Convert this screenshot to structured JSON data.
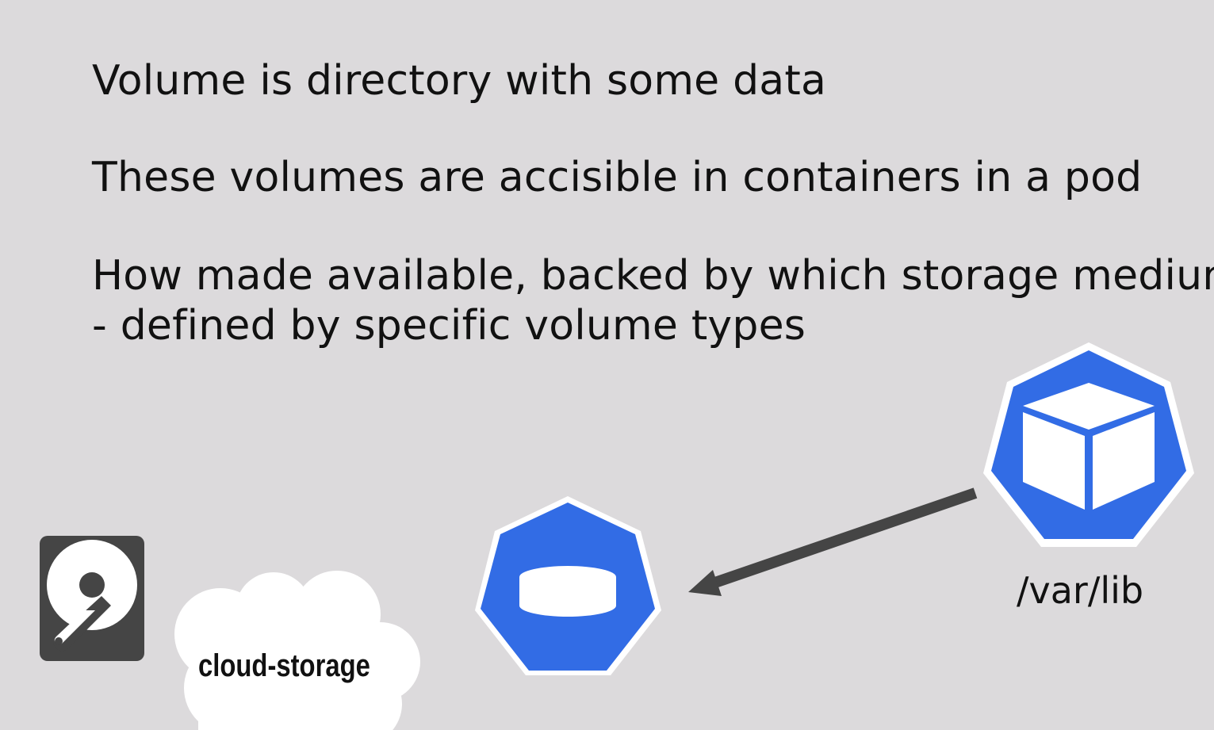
{
  "slide": {
    "lines": [
      "Volume is directory with some data",
      "These volumes are accisible in containers in a pod",
      "How made available, backed by which storage medium",
      "- defined by specific volume types"
    ]
  },
  "icons": {
    "hard_disk": "hard-disk-icon",
    "cloud": "cloud-icon",
    "volume": "kubernetes-volume-icon",
    "pod": "kubernetes-pod-icon",
    "arrow": "arrow-left-icon"
  },
  "labels": {
    "cloud": "cloud-storage",
    "path": "/var/lib"
  },
  "colors": {
    "background": "#dcdadc",
    "kubernetes_blue": "#326ce5",
    "disk_dark": "#454545",
    "arrow": "#454545"
  }
}
